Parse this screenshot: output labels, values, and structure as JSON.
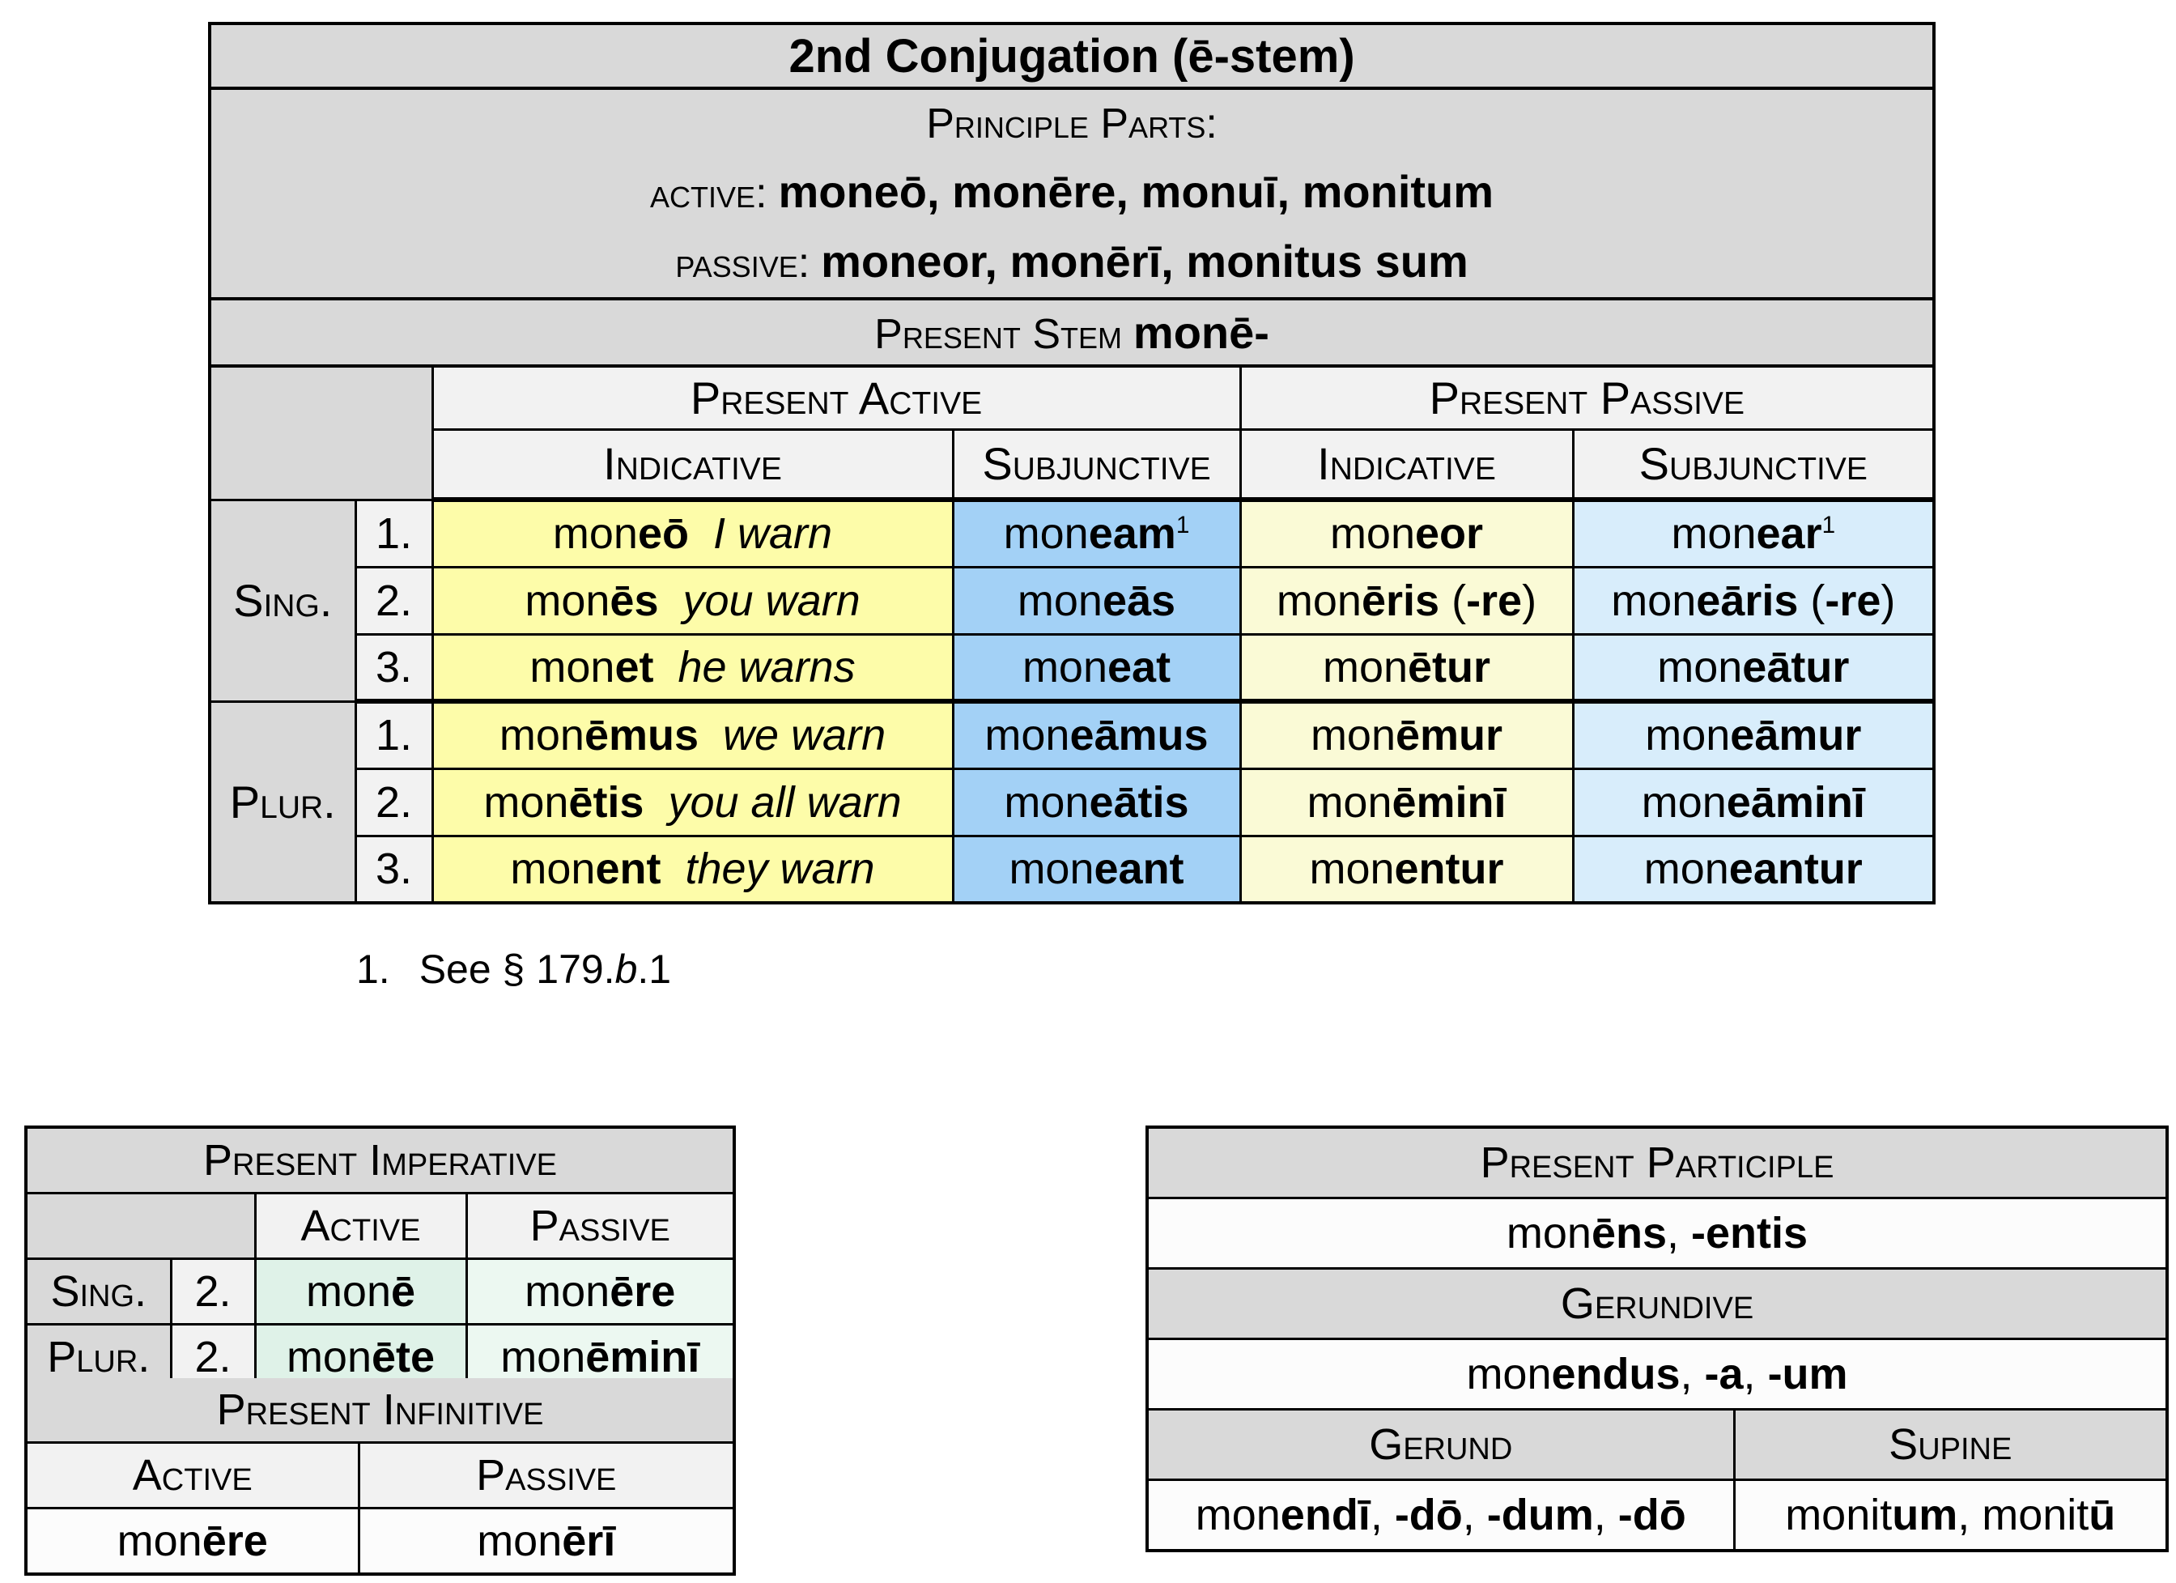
{
  "colors": {
    "header_gray": "#d9d9d9",
    "subheader_gray": "#f2f2f2",
    "active_indicative_yellow": "#fdfca9",
    "active_subjunctive_blue": "#a3d1f6",
    "passive_indicative_cream": "#fafad6",
    "passive_subjunctive_blue": "#d8edfb",
    "imperative_active_green": "#dff2e8",
    "imperative_passive_green": "#ecf8f1",
    "border": "#000000"
  },
  "main": {
    "title": "2nd Conjugation (ē-stem)",
    "pp_label": "Principle Parts:",
    "pp_active_html": "<span class=\"sc\">active:</span> <b>moneō, monēre, monuī, monitum</b>",
    "pp_passive_html": "<span class=\"sc\">passive:</span> <b>moneor, monērī, monitus sum</b>",
    "stem_html": "<span class=\"sc\">Present Stem</span> <b>monē-</b>",
    "col_active": "Present Active",
    "col_passive": "Present Passive",
    "moods": [
      "Indicative",
      "Subjunctive",
      "Indicative",
      "Subjunctive"
    ],
    "stub_sing": "Sing.",
    "stub_plur": "Plur.",
    "rows": [
      {
        "num": "1.",
        "c1": "mon<b>eō</b>&nbsp;&nbsp;<i>I warn</i>",
        "c2": "mon<b>eam</b><sup>1</sup>",
        "c3": "mon<b>eor</b>",
        "c4": "mon<b>ear</b><sup>1</sup>"
      },
      {
        "num": "2.",
        "c1": "mon<b>ēs</b>&nbsp;&nbsp;<i>you warn</i>",
        "c2": "mon<b>eās</b>",
        "c3": "mon<b>ēris</b> (<b>-re</b>)",
        "c4": "mon<b>eāris</b> (<b>-re</b>)"
      },
      {
        "num": "3.",
        "c1": "mon<b>et</b>&nbsp;&nbsp;<i>he warns</i>",
        "c2": "mon<b>eat</b>",
        "c3": "mon<b>ētur</b>",
        "c4": "mon<b>eātur</b>"
      },
      {
        "num": "1.",
        "c1": "mon<b>ēmus</b>&nbsp;&nbsp;<i>we warn</i>",
        "c2": "mon<b>eāmus</b>",
        "c3": "mon<b>ēmur</b>",
        "c4": "mon<b>eāmur</b>"
      },
      {
        "num": "2.",
        "c1": "mon<b>ētis</b>&nbsp;&nbsp;<i>you all warn</i>",
        "c2": "mon<b>eātis</b>",
        "c3": "mon<b>ēminī</b>",
        "c4": "mon<b>eāminī</b>"
      },
      {
        "num": "3.",
        "c1": "mon<b>ent</b>&nbsp;&nbsp;<i>they warn</i>",
        "c2": "mon<b>eant</b>",
        "c3": "mon<b>entur</b>",
        "c4": "mon<b>eantur</b>"
      }
    ]
  },
  "footnote": {
    "num": "1.",
    "text_html": "See § 179.<i>b</i>.1"
  },
  "imperative": {
    "title": "Present Imperative",
    "col_active": "Active",
    "col_passive": "Passive",
    "rows": [
      {
        "stub": "Sing.",
        "num": "2.",
        "act": "mon<b>ē</b>",
        "pas": "mon<b>ēre</b>"
      },
      {
        "stub": "Plur.",
        "num": "2.",
        "act": "mon<b>ēte</b>",
        "pas": "mon<b>ēminī</b>"
      }
    ]
  },
  "infinitive": {
    "title": "Present Infinitive",
    "col_active": "Active",
    "col_passive": "Passive",
    "act": "mon<b>ēre</b>",
    "pas": "mon<b>ērī</b>"
  },
  "verbals": {
    "participle_title": "Present Participle",
    "participle": "mon<b>ēns</b>, <b>-entis</b>",
    "gerundive_title": "Gerundive",
    "gerundive": "mon<b>endus</b>, <b>-a</b>, <b>-um</b>",
    "gerund_title": "Gerund",
    "supine_title": "Supine",
    "gerund": "mon<b>endī</b>, <b>-dō</b>, <b>-dum</b>, <b>-dō</b>",
    "supine": "monit<b>um</b>, monit<b>ū</b>"
  }
}
